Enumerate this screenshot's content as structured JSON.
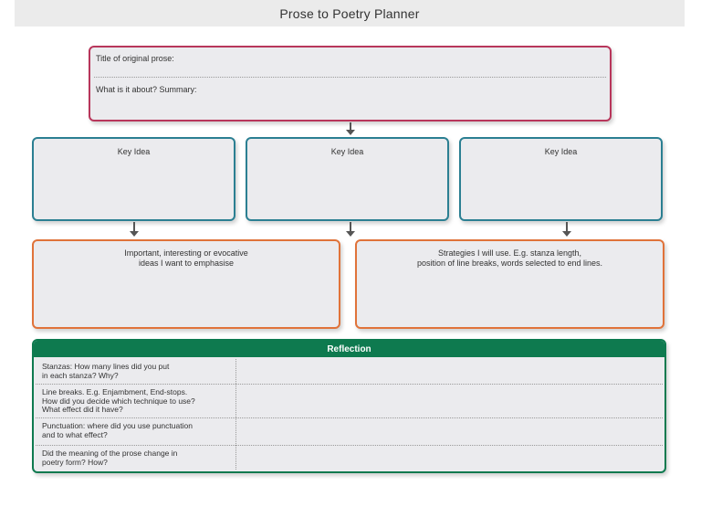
{
  "header": {
    "title": "Prose to Poetry Planner"
  },
  "prose": {
    "title_label": "Title of original prose:",
    "summary_label": "What is it about? Summary:"
  },
  "key_ideas": [
    {
      "label": "Key Idea"
    },
    {
      "label": "Key Idea"
    },
    {
      "label": "Key Idea"
    }
  ],
  "emphasis": {
    "label": "Important, interesting or evocative\nideas I want to emphasise"
  },
  "strategies": {
    "label": "Strategies I will use. E.g. stanza length,\nposition of line breaks, words selected to end lines."
  },
  "reflection": {
    "heading": "Reflection",
    "rows": [
      {
        "question": "Stanzas: How many lines did you put\nin each stanza? Why?"
      },
      {
        "question": "Line breaks. E.g. Enjambment, End-stops.\nHow did you decide which technique to use?\nWhat effect did it have?"
      },
      {
        "question": "Punctuation: where did you use punctuation\nand to what effect?"
      },
      {
        "question": "Did the meaning of the prose change in\npoetry form? How?"
      }
    ]
  },
  "colors": {
    "prose_border": "#b8365b",
    "key_border": "#2b7f92",
    "emphasis_border": "#e0733a",
    "reflection_green": "#0e7a4f"
  }
}
